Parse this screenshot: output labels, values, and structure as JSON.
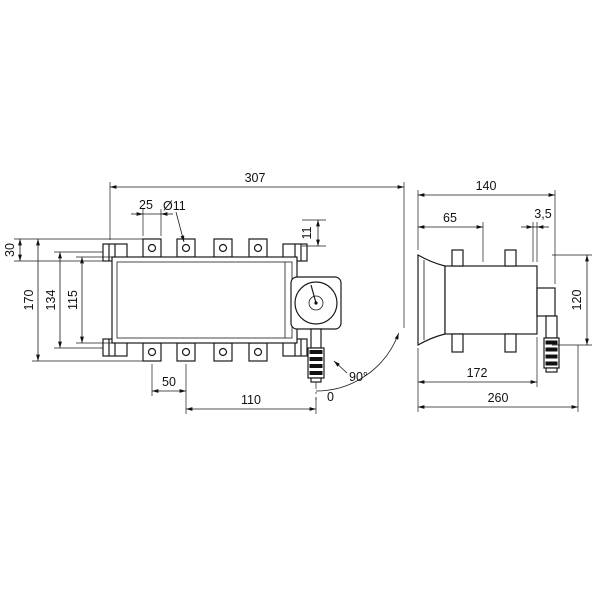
{
  "front_view": {
    "dim_total_width": "307",
    "dim_tab_width": "25",
    "dim_hole_diameter": "Ø11",
    "dim_shaft": "11",
    "dim_top": "30",
    "dim_total_height": "170",
    "dim_clamp_height": "134",
    "dim_body_height": "115",
    "dim_tab_spacing": "50",
    "dim_handle_offset": "110",
    "angle_max": "90°",
    "angle_zero": "0"
  },
  "side_view": {
    "dim_total_width": "140",
    "dim_flange_depth": "65",
    "dim_plate_thickness": "3,5",
    "dim_body_depth": "172",
    "dim_total_depth": "260",
    "dim_height": "120"
  }
}
